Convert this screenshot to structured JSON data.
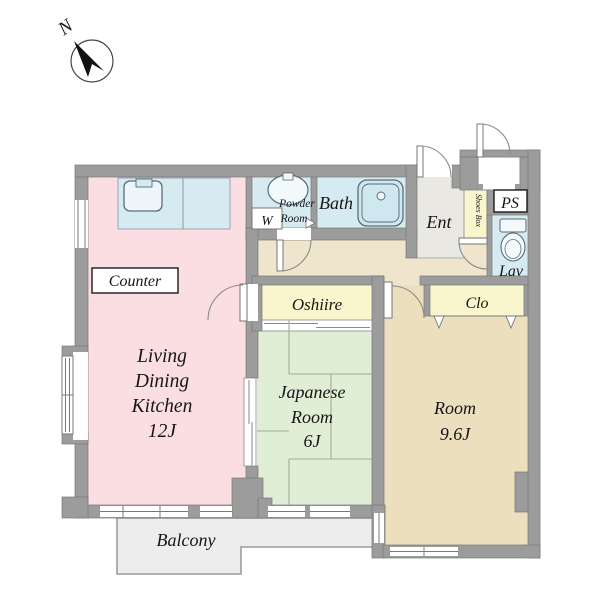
{
  "compass": {
    "north": "N"
  },
  "labels": {
    "counter": "Counter",
    "balcony": "Balcony",
    "bath": "Bath",
    "washer": "W",
    "ent": "Ent",
    "shoes_box": "Shoes Box",
    "ps": "PS",
    "lav": "Lav",
    "oshiire": "Oshiire",
    "clo": "Clo"
  },
  "rooms": {
    "ldk": {
      "lines": [
        "Living",
        "Dining",
        "Kitchen",
        "12J"
      ]
    },
    "japanese_room": {
      "lines": [
        "Japanese",
        "Room",
        "6J"
      ]
    },
    "western_room": {
      "lines": [
        "Room",
        "9.6J"
      ]
    },
    "powder_room": {
      "lines": [
        "Powder",
        "Room"
      ]
    }
  },
  "colors": {
    "wall": "#9c9c9c",
    "ldk": "#fadee1",
    "wet_area": "#d6eaf2",
    "japanese_room": "#e1eed6",
    "western_room": "#ebdfbe",
    "hallway": "#eee5cc",
    "closet": "#f9f5cd",
    "balcony": "#ededee",
    "entrance": "#eae8e3"
  }
}
